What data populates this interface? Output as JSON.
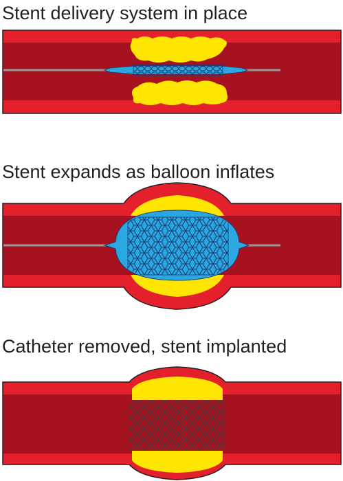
{
  "stages": [
    {
      "title": "Stent delivery system in place"
    },
    {
      "title": "Stent expands as balloon inflates"
    },
    {
      "title": "Catheter removed, stent implanted"
    }
  ],
  "colors": {
    "vessel_outline": "#231f20",
    "vessel_wall": "#e5202d",
    "vessel_lumen": "#a6121f",
    "plaque": "#ffe600",
    "balloon": "#2aa6e0",
    "stent_mesh": "#1e3c72",
    "guidewire": "#999999"
  },
  "icons": [
    "vessel-segment",
    "plaque-deposit",
    "balloon-catheter",
    "stent-mesh",
    "guidewire"
  ]
}
